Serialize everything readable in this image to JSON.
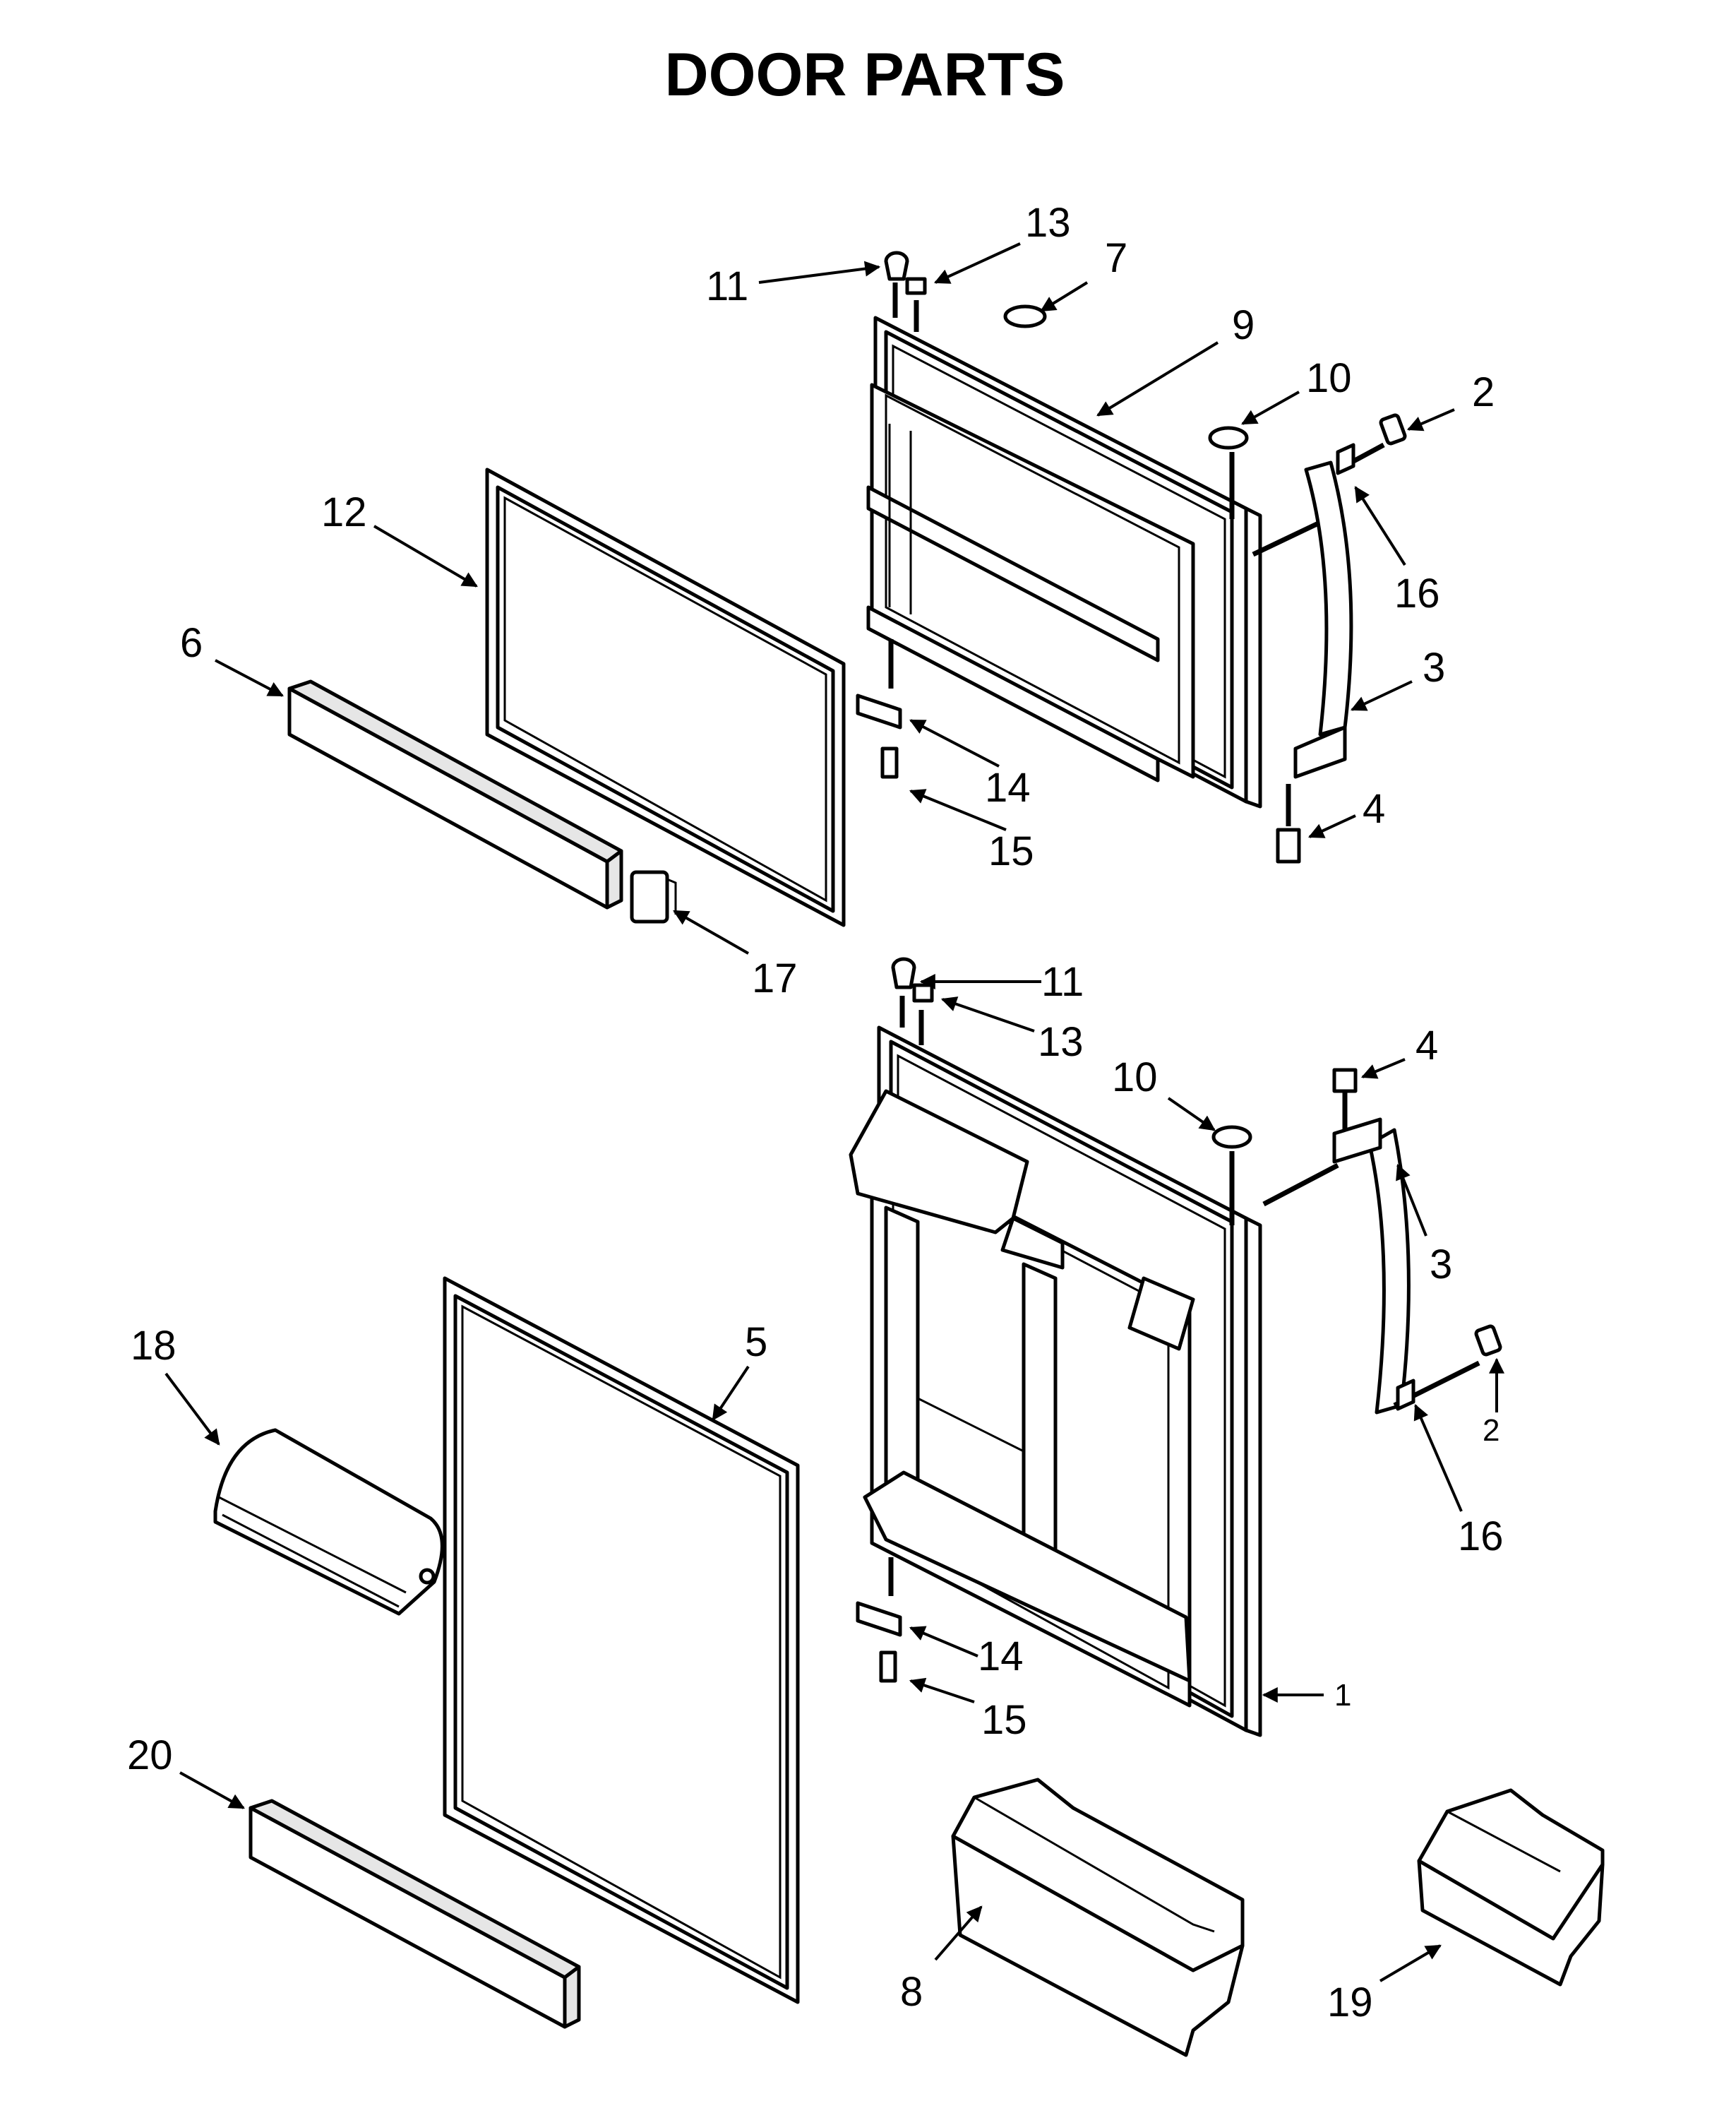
{
  "title": "DOOR PARTS",
  "callouts": {
    "fz_11": "11",
    "fz_13": "13",
    "fz_7": "7",
    "fz_9": "9",
    "fz_10": "10",
    "fz_2": "2",
    "fz_16": "16",
    "fz_3": "3",
    "fz_4": "4",
    "fz_14": "14",
    "fz_15": "15",
    "fz_12": "12",
    "fz_6": "6",
    "fz_17": "17",
    "ff_11": "11",
    "ff_13": "13",
    "ff_10": "10",
    "ff_4": "4",
    "ff_3": "3",
    "ff_2": "2",
    "ff_16": "16",
    "ff_14": "14",
    "ff_15": "15",
    "ff_1": "1",
    "ff_5": "5",
    "ff_18": "18",
    "ff_20": "20",
    "ff_8": "8",
    "ff_19": "19"
  },
  "colors": {
    "line": "#000000",
    "background": "#ffffff",
    "shade": "#e6e6e6"
  }
}
